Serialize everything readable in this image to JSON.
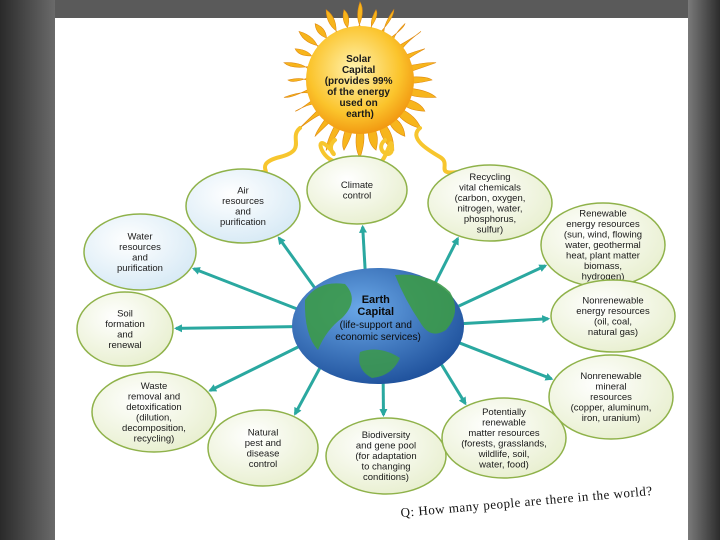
{
  "sun": {
    "lines": [
      "Solar",
      "Capital",
      "(provides 99%",
      "of the energy",
      "used on",
      "earth)"
    ]
  },
  "earth": {
    "lines": [
      "Earth",
      "Capital",
      "(life-support and",
      "economic services)"
    ]
  },
  "nodes": [
    {
      "id": "air",
      "lines": [
        "Air",
        "resources",
        "and",
        "purification"
      ]
    },
    {
      "id": "climate",
      "lines": [
        "Climate",
        "control"
      ]
    },
    {
      "id": "recycling",
      "lines": [
        "Recycling",
        "vital chemicals",
        "(carbon, oxygen,",
        "nitrogen, water,",
        "phosphorus,",
        "sulfur)"
      ]
    },
    {
      "id": "renewable",
      "lines": [
        "Renewable",
        "energy resources",
        "(sun, wind, flowing",
        "water, geothermal",
        "heat, plant matter",
        "biomass,",
        "hydrogen)"
      ]
    },
    {
      "id": "water",
      "lines": [
        "Water",
        "resources",
        "and",
        "purification"
      ]
    },
    {
      "id": "nonrenewable-energy",
      "lines": [
        "Nonrenewable",
        "energy resources",
        "(oil, coal,",
        "natural gas)"
      ]
    },
    {
      "id": "soil",
      "lines": [
        "Soil",
        "formation",
        "and",
        "renewal"
      ]
    },
    {
      "id": "nonrenewable-mineral",
      "lines": [
        "Nonrenewable",
        "mineral",
        "resources",
        "(copper, aluminum,",
        "iron, uranium)"
      ]
    },
    {
      "id": "waste",
      "lines": [
        "Waste",
        "removal and",
        "detoxification",
        "(dilution,",
        "decomposition,",
        "recycling)"
      ]
    },
    {
      "id": "pest",
      "lines": [
        "Natural",
        "pest and",
        "disease",
        "control"
      ]
    },
    {
      "id": "biodiversity",
      "lines": [
        "Biodiversity",
        "and gene pool",
        "(for adaptation",
        "to changing",
        "conditions)"
      ]
    },
    {
      "id": "potentially-renewable",
      "lines": [
        "Potentially",
        "renewable",
        "matter resources",
        "(forests, grasslands,",
        "wildlife, soil,",
        "water, food)"
      ]
    }
  ],
  "question": "Q: How many people are there in the world?",
  "colors": {
    "arrow": "#2aa8a0",
    "sun": "#f7b51c",
    "ocean": "#2f6fc0",
    "land": "#3c9a4a"
  }
}
